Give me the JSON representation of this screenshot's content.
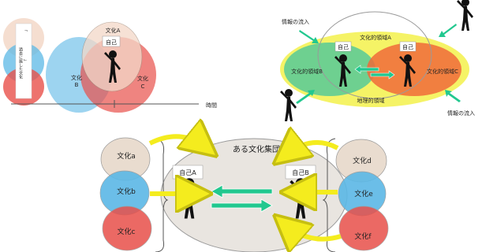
{
  "panel_left": {
    "culture_a": "文化A",
    "culture_b_line1": "文化",
    "culture_b_line2": "B",
    "culture_c_line1": "文化",
    "culture_c_line2": "C",
    "self_label": "自己",
    "vertical_note_1": "「　　　　　　　」",
    "vertical_note_2": "過去に属した文化",
    "axis_label": "時間"
  },
  "panel_right": {
    "domain_a": "文化的領域A",
    "domain_b": "文化的領域B",
    "domain_c": "文化的領域C",
    "geo_domain": "地理的領域",
    "self_left": "自己",
    "self_right": "自己",
    "info_inflow_top": "情報の流入",
    "info_inflow_bottom": "情報の流入"
  },
  "panel_bottom": {
    "group_title": "ある文化集団",
    "self_a": "自己A",
    "self_b": "自己B",
    "culture_a": "文化a",
    "culture_b": "文化b",
    "culture_c": "文化c",
    "culture_d": "文化d",
    "culture_e": "文化e",
    "culture_f": "文化f"
  },
  "colors": {
    "tan": "#e9dccf",
    "blue": "#5bb8e6",
    "red": "#e8504a",
    "green": "#4cc79b",
    "yellow": "#f1ef33",
    "orange": "#f08a3a",
    "arrow_green": "#22c88f",
    "arrow_yellow": "#f4ec1e",
    "group_bg": "#e9e5e0"
  }
}
